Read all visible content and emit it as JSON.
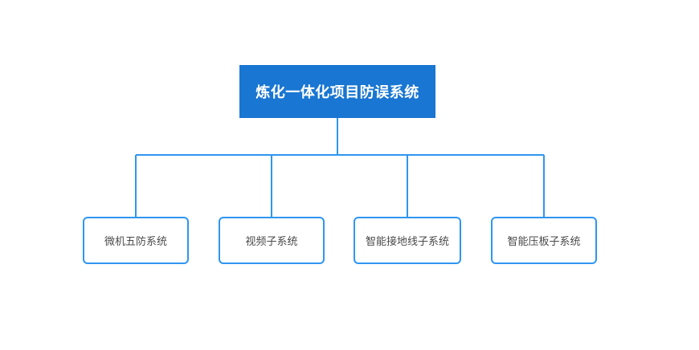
{
  "diagram": {
    "root": {
      "label": "炼化一体化项目防误系统"
    },
    "children": [
      {
        "label": "微机五防系统"
      },
      {
        "label": "视频子系统"
      },
      {
        "label": "智能接地线子系统"
      },
      {
        "label": "智能压板子系统"
      }
    ]
  },
  "colors": {
    "background": "#ffffff",
    "root_fill": "#1976d2",
    "root_text": "#ffffff",
    "line": "#2e96f0",
    "child_border": "#2e96f0",
    "child_fill": "#ffffff",
    "child_text": "#4a4a4a"
  }
}
